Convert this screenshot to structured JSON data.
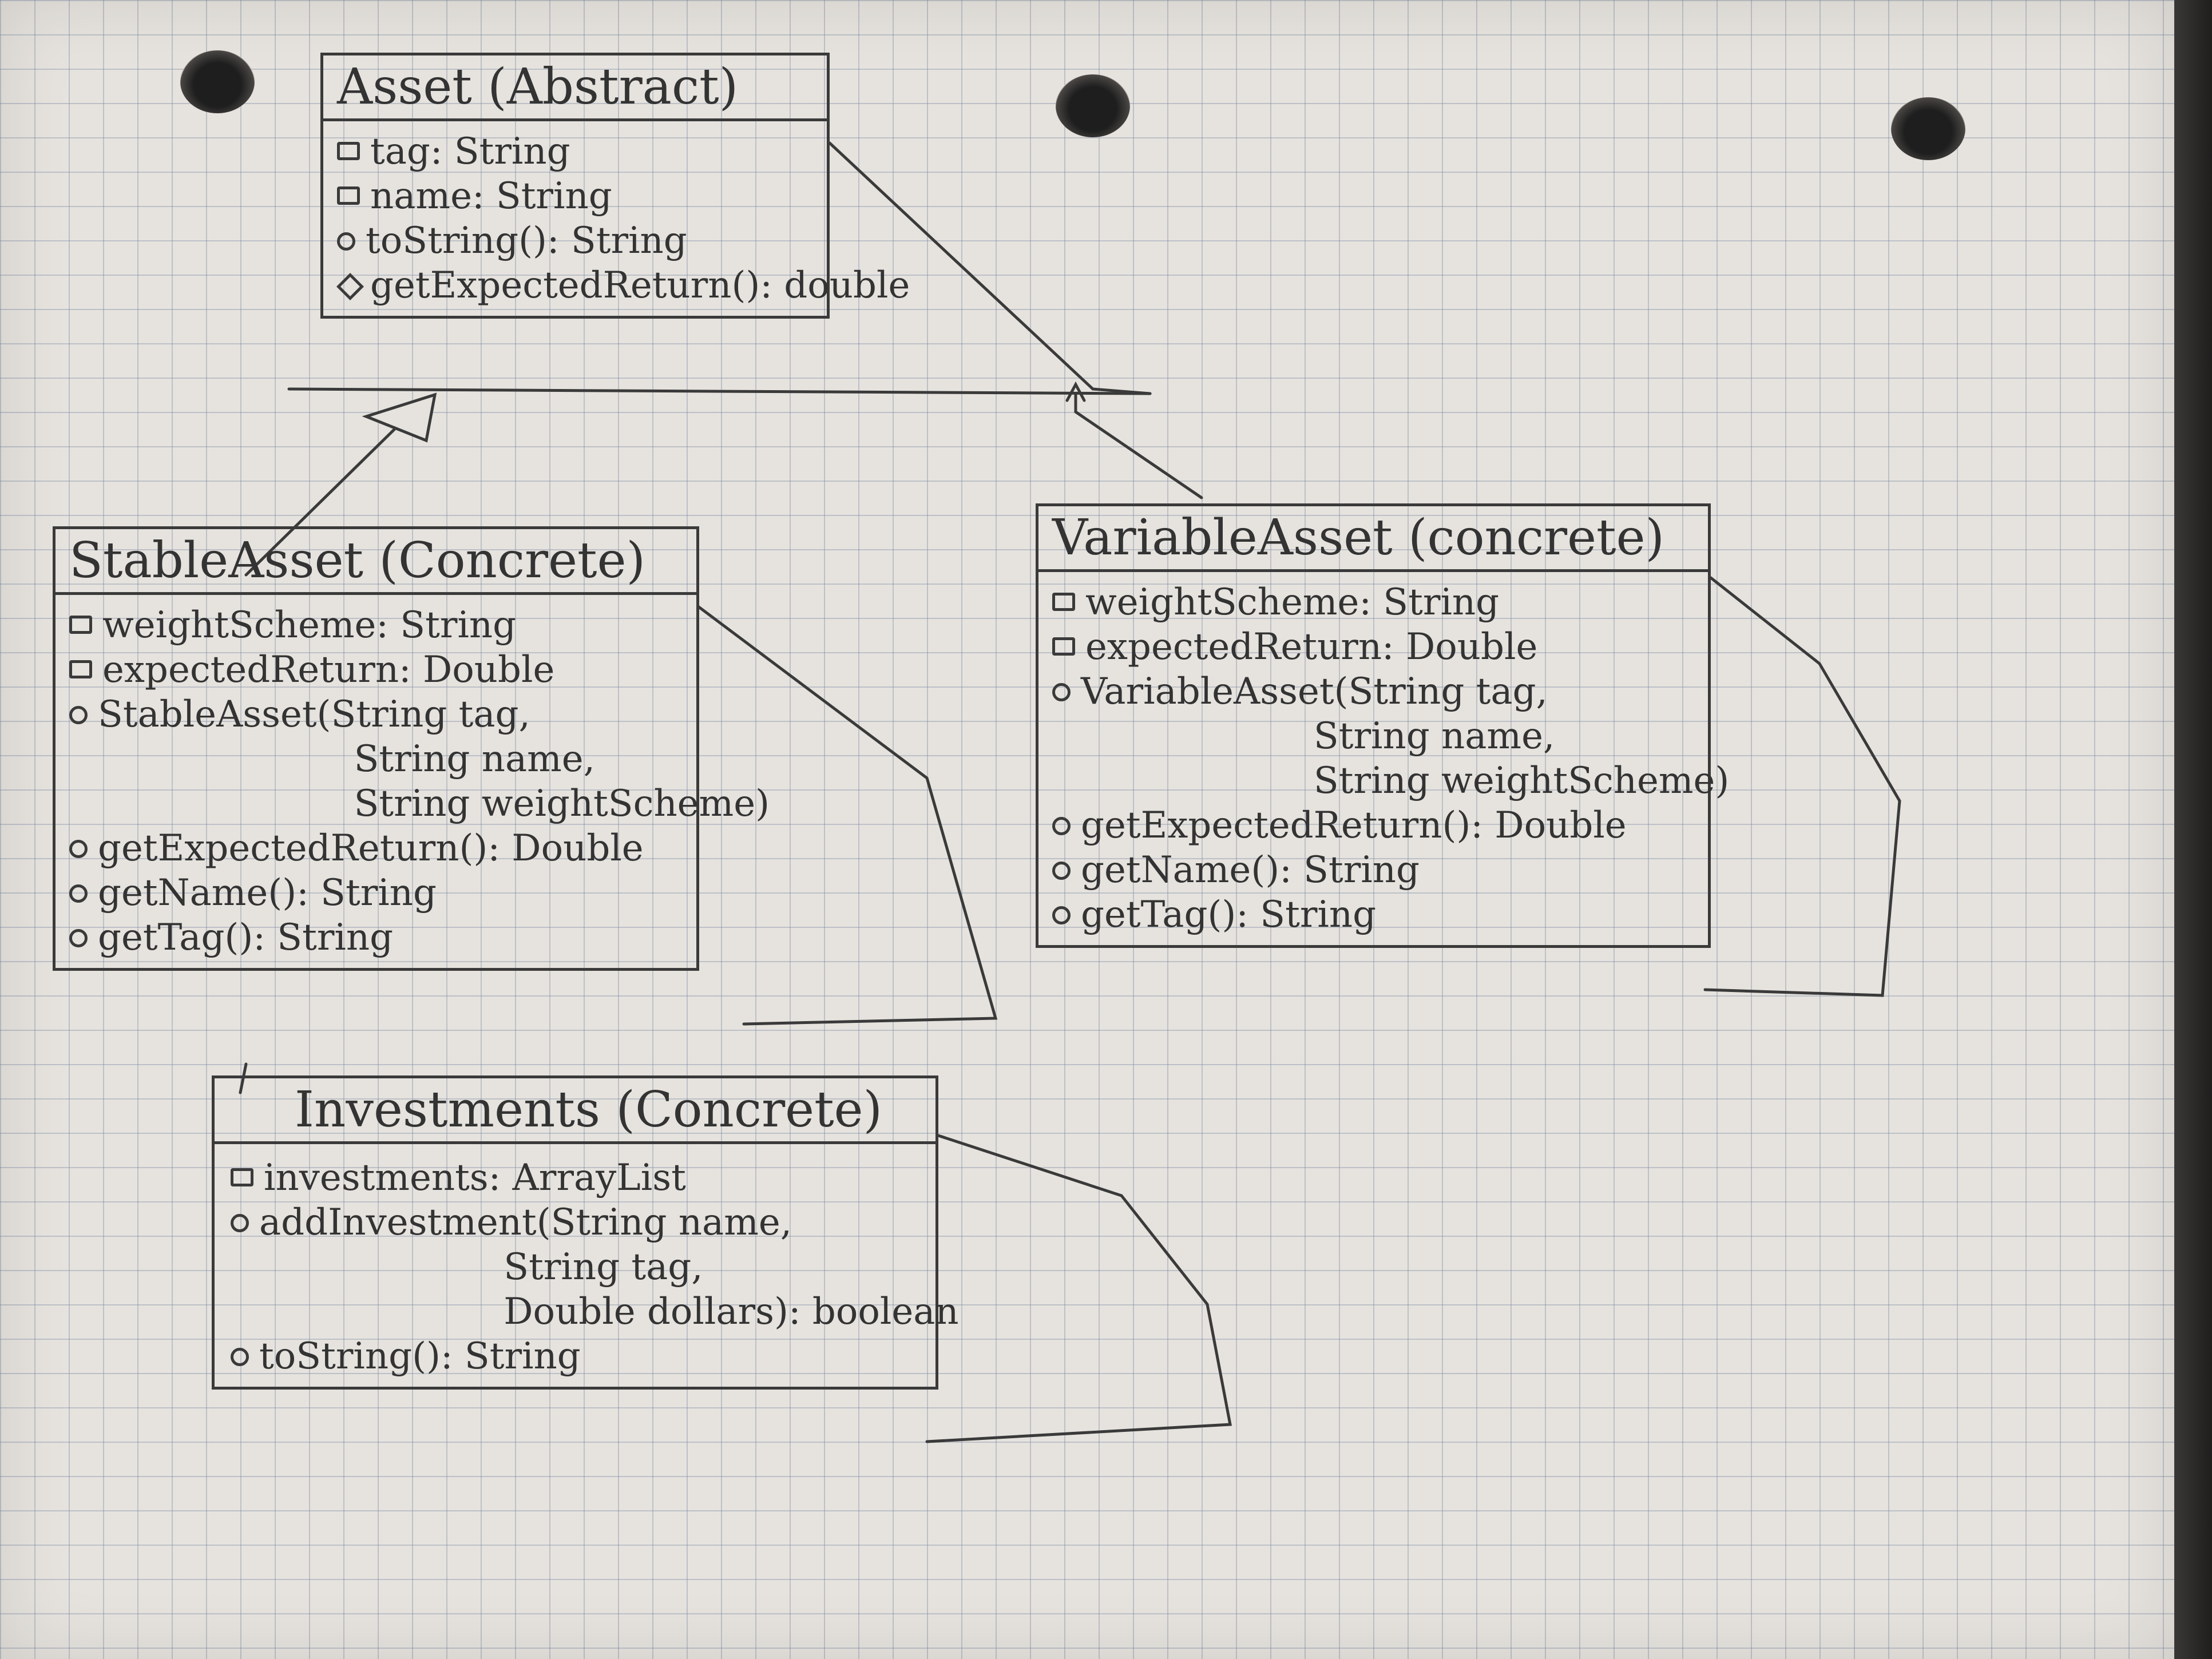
{
  "classes": {
    "asset": {
      "title": "Asset (Abstract)",
      "members": [
        {
          "vis": "private",
          "text": "tag: String"
        },
        {
          "vis": "private",
          "text": "name: String"
        },
        {
          "vis": "public",
          "text": "toString(): String"
        },
        {
          "vis": "abstract",
          "text": "getExpectedReturn(): double"
        }
      ]
    },
    "stable": {
      "title": "StableAsset (Concrete)",
      "members": [
        {
          "vis": "private",
          "text": "weightScheme: String"
        },
        {
          "vis": "private",
          "text": "expectedReturn: Double"
        },
        {
          "vis": "public",
          "text": "StableAsset(String tag,\n                      String name,\n                      String weightScheme)"
        },
        {
          "vis": "public",
          "text": "getExpectedReturn(): Double"
        },
        {
          "vis": "public",
          "text": "getName(): String"
        },
        {
          "vis": "public",
          "text": "getTag(): String"
        }
      ]
    },
    "variable": {
      "title": "VariableAsset (concrete)",
      "members": [
        {
          "vis": "private",
          "text": "weightScheme: String"
        },
        {
          "vis": "private",
          "text": "expectedReturn: Double"
        },
        {
          "vis": "public",
          "text": "VariableAsset(String tag,\n                    String name,\n                    String weightScheme)"
        },
        {
          "vis": "public",
          "text": "getExpectedReturn(): Double"
        },
        {
          "vis": "public",
          "text": "getName(): String"
        },
        {
          "vis": "public",
          "text": "getTag(): String"
        }
      ]
    },
    "investments": {
      "title": "Investments (Concrete)",
      "members": [
        {
          "vis": "private",
          "text": "investments: ArrayList"
        },
        {
          "vis": "public",
          "text": "addInvestment(String name,\n                     String tag,\n                     Double dollars): boolean"
        },
        {
          "vis": "public",
          "text": "toString(): String"
        }
      ]
    }
  },
  "colors": {
    "ink": "#3a3a3a",
    "paper": "#e6e3de",
    "grid": "#7887a0"
  }
}
